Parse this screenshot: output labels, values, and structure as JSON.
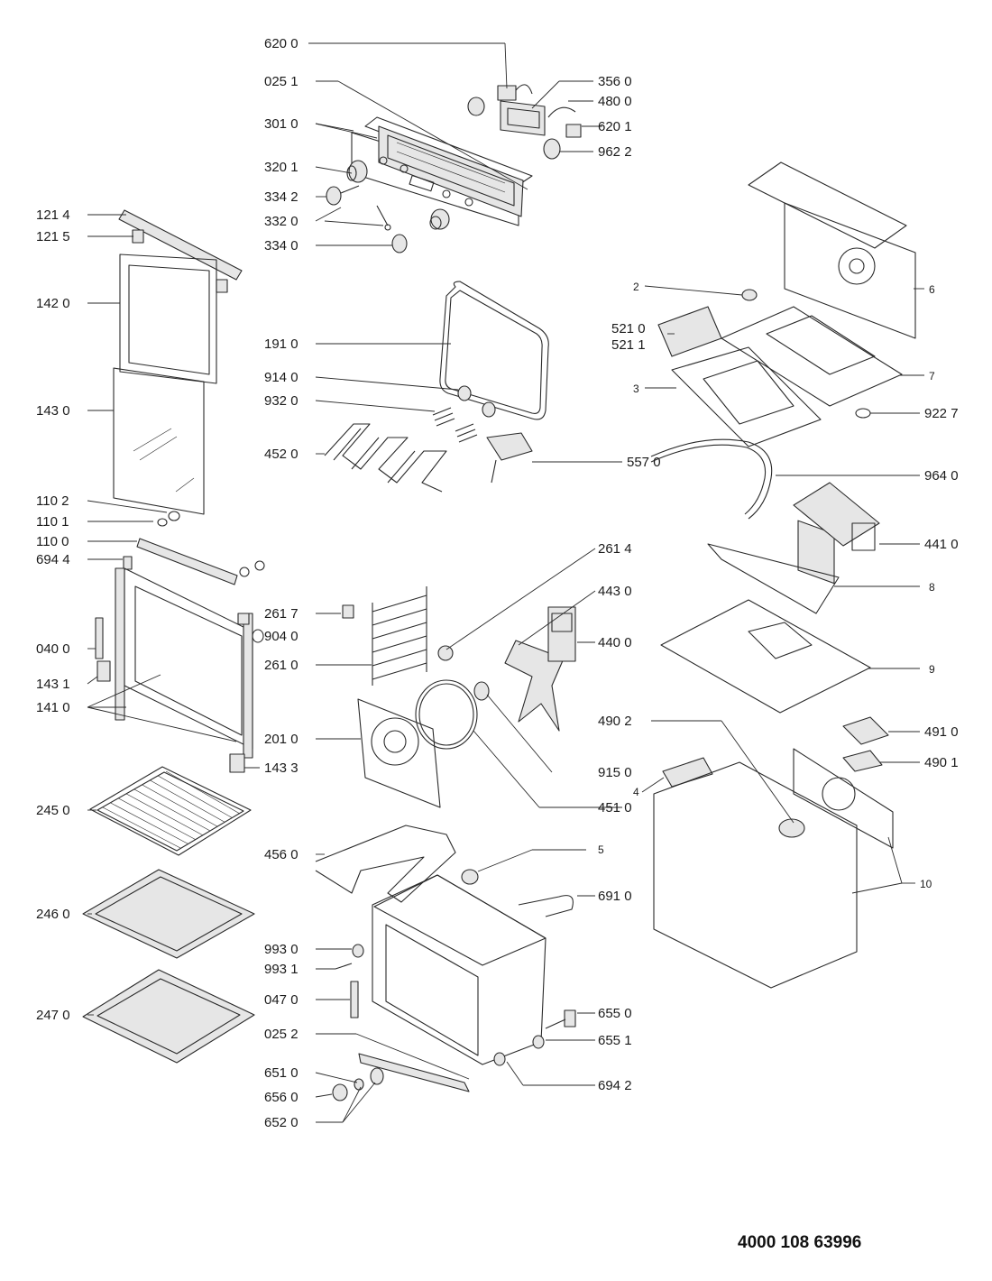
{
  "labels": {
    "p6200": "620 0",
    "p0251": "025 1",
    "p3010": "301 0",
    "p3201": "320 1",
    "p3342": "334 2",
    "p3320": "332 0",
    "p3340": "334 0",
    "p3560": "356 0",
    "p4800": "480 0",
    "p6201": "620 1",
    "p9622": "962 2",
    "p1214": "121 4",
    "p1215": "121 5",
    "p1420": "142 0",
    "p1430": "143 0",
    "p1102": "110 2",
    "p1101": "110 1",
    "p1100": "110 0",
    "p6944": "694 4",
    "p0400": "040 0",
    "p1431": "143 1",
    "p1410": "141 0",
    "p1433": "143 3",
    "p2450": "245 0",
    "p2460": "246 0",
    "p2470": "247 0",
    "p1910": "191 0",
    "p9140": "914 0",
    "p9320": "932 0",
    "p4520": "452 0",
    "p5570": "557 0",
    "p2617": "261 7",
    "p9040": "904 0",
    "p2610": "261 0",
    "p2010": "201 0",
    "p4560": "456 0",
    "p2614": "261 4",
    "p4430": "443 0",
    "p4400": "440 0",
    "p9150": "915 0",
    "p4510": "451 0",
    "p5": "5",
    "p6910": "691 0",
    "p9930": "993 0",
    "p9931": "993 1",
    "p0470": "047 0",
    "p0252": "025 2",
    "p6550": "655 0",
    "p6551": "655 1",
    "p6942": "694 2",
    "p6510": "651 0",
    "p6560": "656 0",
    "p6520": "652 0",
    "p2": "2",
    "p6": "6",
    "p5210": "521 0",
    "p5211": "521 1",
    "p7": "7",
    "p3": "3",
    "p9227": "922 7",
    "p9640": "964 0",
    "p4410": "441 0",
    "p8": "8",
    "p9": "9",
    "p4902": "490 2",
    "p4910": "491 0",
    "p4901": "490 1",
    "p4": "4",
    "p10": "10"
  },
  "document_number": "4000 108 63996"
}
